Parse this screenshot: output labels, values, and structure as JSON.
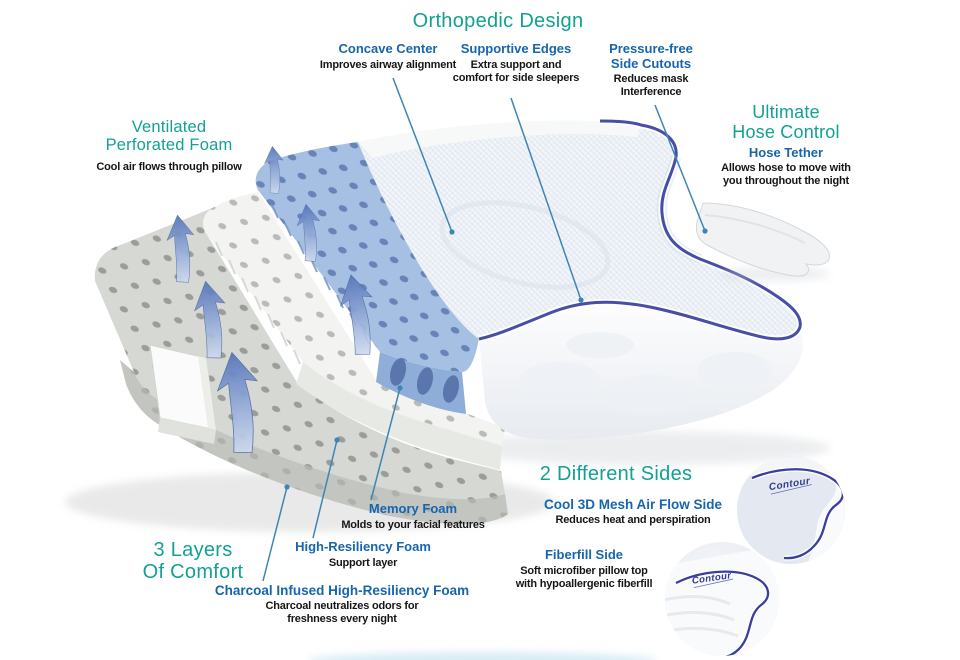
{
  "colors": {
    "teal_heading": "#12A192",
    "blue_label": "#1765AF",
    "body_text": "#161616",
    "piping_navy": "#343B9C",
    "leader_line": "#3F85B3",
    "foam_blue": "#A6C0E4",
    "foam_white": "#F3F4F1",
    "foam_gray": "#D6D8D4",
    "airflow_arrow": "#6D8CC9"
  },
  "labels": {
    "orthopedic_design": "Orthopedic Design",
    "concave_center": {
      "title": "Concave Center",
      "desc": "Improves airway alignment"
    },
    "supportive_edges": {
      "title": "Supportive Edges",
      "desc": "Extra support and\ncomfort for side sleepers"
    },
    "side_cutouts": {
      "title": "Pressure-free\nSide Cutouts",
      "desc": "Reduces mask\nInterference"
    },
    "hose_control": {
      "heading": "Ultimate\nHose Control",
      "title": "Hose Tether",
      "desc": "Allows hose to move with\nyou throughout the night"
    },
    "ventilated_foam": {
      "heading": "Ventilated\nPerforated Foam",
      "desc": "Cool air flows through pillow"
    },
    "three_layers": {
      "heading": "3 Layers\nOf Comfort"
    },
    "memory_foam": {
      "title": "Memory Foam",
      "desc": "Molds to your facial features"
    },
    "high_resiliency": {
      "title": "High-Resiliency Foam",
      "desc": "Support layer"
    },
    "charcoal_foam": {
      "title": "Charcoal Infused High-Resiliency Foam",
      "desc": "Charcoal neutralizes odors for\nfreshness every night"
    },
    "two_sides": {
      "heading": "2 Different Sides"
    },
    "mesh_side": {
      "title": "Cool 3D Mesh Air Flow Side",
      "desc": "Reduces heat and perspiration"
    },
    "fiberfill_side": {
      "title": "Fiberfill Side",
      "desc": "Soft microfiber pillow top\nwith hypoallergenic fiberfill"
    },
    "brand_embroidery": "Contour"
  }
}
